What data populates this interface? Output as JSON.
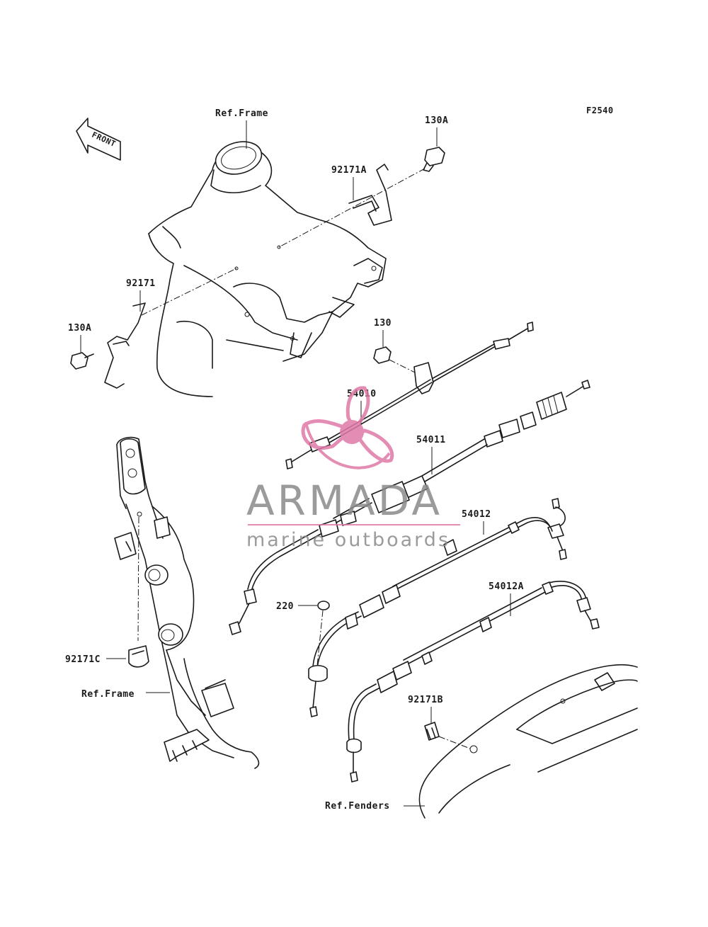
{
  "diagram": {
    "code": "F2540",
    "front_label": "FRONT",
    "parts": {
      "p130a_top": "130A",
      "p92171a": "92171A",
      "p92171": "92171",
      "p130a_left": "130A",
      "p130": "130",
      "p54010": "54010",
      "p54011": "54011",
      "p54012": "54012",
      "p54012a": "54012A",
      "p220": "220",
      "p92171c": "92171C",
      "p92171b": "92171B"
    },
    "refs": {
      "frame_top": "Ref.Frame",
      "frame_bottom": "Ref.Frame",
      "fenders": "Ref.Fenders"
    }
  },
  "watermark": {
    "brand": "ARMADA",
    "tagline": "marine outboards",
    "colors": {
      "logo": "#e07aa8",
      "text": "#8a8a8a"
    }
  }
}
